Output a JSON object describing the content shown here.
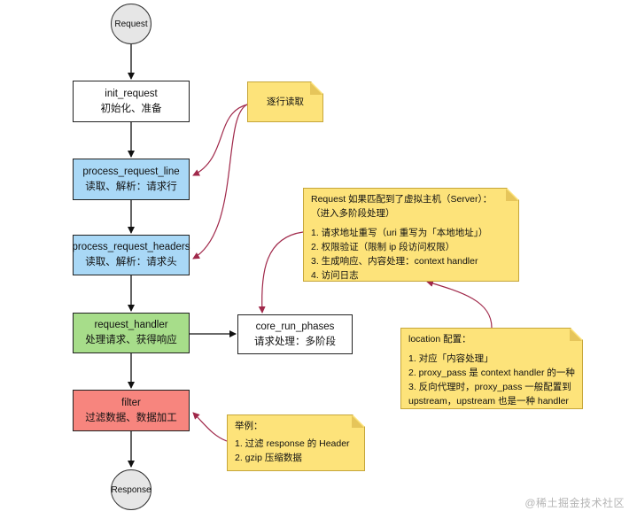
{
  "nodes": {
    "request": "Request",
    "response": "Response",
    "init_request": {
      "name": "init_request",
      "desc": "初始化、准备"
    },
    "process_request_line": {
      "name": "process_request_line",
      "desc": "读取、解析：请求行"
    },
    "process_request_headers": {
      "name": "process_request_headers",
      "desc": "读取、解析：请求头"
    },
    "request_handler": {
      "name": "request_handler",
      "desc": "处理请求、获得响应"
    },
    "filter": {
      "name": "filter",
      "desc": "过滤数据、数据加工"
    },
    "core_run_phases": {
      "name": "core_run_phases",
      "desc": "请求处理：多阶段"
    }
  },
  "notes": {
    "read_line": "逐行读取",
    "server_match": [
      "Request 如果匹配到了虚拟主机（Server）：",
      "（进入多阶段处理）",
      "",
      "1. 请求地址重写（uri 重写为「本地地址」）",
      "2. 权限验证（限制 ip 段访问权限）",
      "3. 生成响应、内容处理：context handler",
      "4. 访问日志"
    ],
    "location": [
      "location 配置：",
      "",
      "1. 对应「内容处理」",
      "2. proxy_pass 是 context handler 的一种",
      "3. 反向代理时，proxy_pass 一般配置到",
      "upstream，upstream 也是一种 handler"
    ],
    "filter_example": [
      "举例：",
      "",
      "1. 过滤 response 的 Header",
      "2. gzip 压缩数据"
    ]
  },
  "watermark": "@稀土掘金技术社区",
  "colors": {
    "blue_box": "#a9d8f6",
    "green_box": "#a7dd8a",
    "red_box": "#f7857e",
    "note": "#fde37a",
    "connector": "#a0284a"
  }
}
